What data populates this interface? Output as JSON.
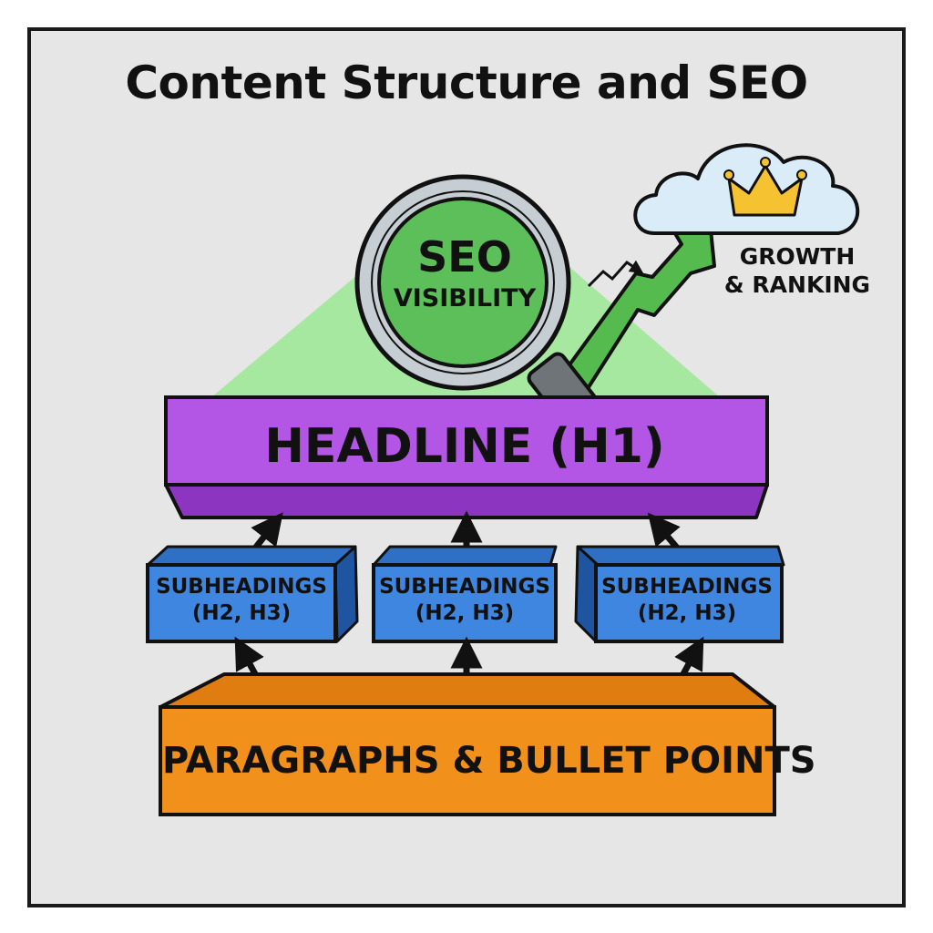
{
  "title": "Content Structure and SEO",
  "seo_lens": {
    "big": "SEO",
    "small": "VISIBILITY"
  },
  "growth": {
    "line1": "GROWTH",
    "line2": "& RANKING"
  },
  "headline": "HEADLINE (H1)",
  "subheadings": [
    {
      "line1": "SUBHEADINGS",
      "line2": "(H2, H3)"
    },
    {
      "line1": "SUBHEADINGS",
      "line2": "(H2, H3)"
    },
    {
      "line1": "SUBHEADINGS",
      "line2": "(H2, H3)"
    }
  ],
  "base": "PARAGRAPHS & BULLET POINTS",
  "colors": {
    "panel": "#e6e6e6",
    "headline": "#b356e6",
    "subheading": "#3f86e0",
    "base": "#f2901c",
    "seo_green": "#5dbf5a",
    "pyramid": "#a6e8a0",
    "arrow_green": "#56bb4e",
    "cloud": "#d9ecf7",
    "crown": "#f5c331"
  },
  "icons": [
    "magnifier-icon",
    "growth-arrow-icon",
    "cloud-icon",
    "crown-icon"
  ]
}
